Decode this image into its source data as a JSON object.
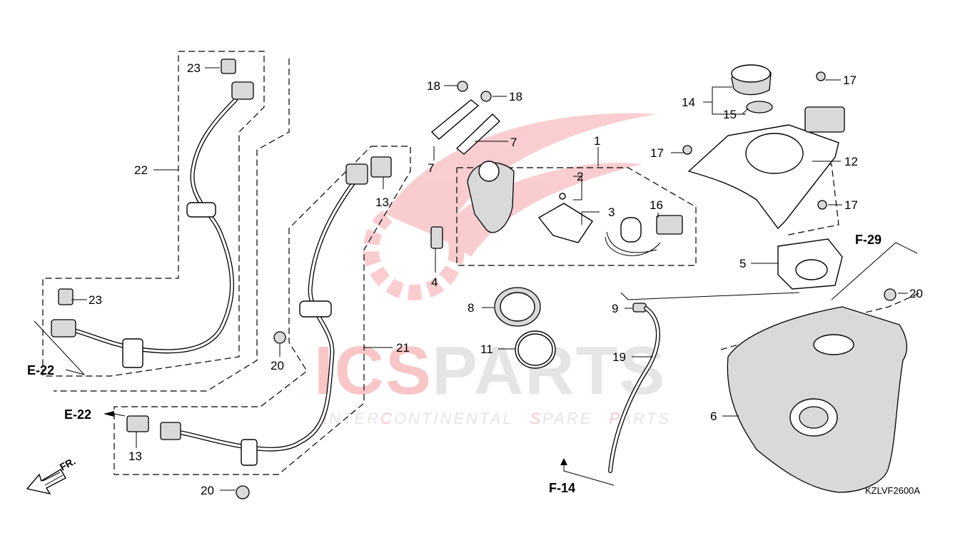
{
  "diagram_code": "KZLVF2600A",
  "direction_label": "FR.",
  "watermark": {
    "brand_left": "ICS",
    "brand_right": "PARTS",
    "tagline_parts": [
      "I",
      "NTER",
      "C",
      "ONTINENTAL",
      "S",
      "PARE",
      "P",
      "ARTS"
    ],
    "color_red": "#e8202a",
    "color_gray": "#9a9a9a"
  },
  "references": {
    "e22_top": "E-22",
    "e22_bottom": "E-22",
    "f29": "F-29",
    "f14": "F-14"
  },
  "callouts": {
    "c1": "1",
    "c2": "2",
    "c3": "3",
    "c4": "4",
    "c5": "5",
    "c6": "6",
    "c7a": "7",
    "c7b": "7",
    "c8": "8",
    "c9": "9",
    "c11": "11",
    "c12": "12",
    "c13a": "13",
    "c13b": "13",
    "c14": "14",
    "c15": "15",
    "c16": "16",
    "c17a": "17",
    "c17b": "17",
    "c17c": "17",
    "c18a": "18",
    "c18b": "18",
    "c19": "19",
    "c20a": "20",
    "c20b": "20",
    "c20c": "20",
    "c21": "21",
    "c22": "22",
    "c23a": "23",
    "c23b": "23"
  }
}
